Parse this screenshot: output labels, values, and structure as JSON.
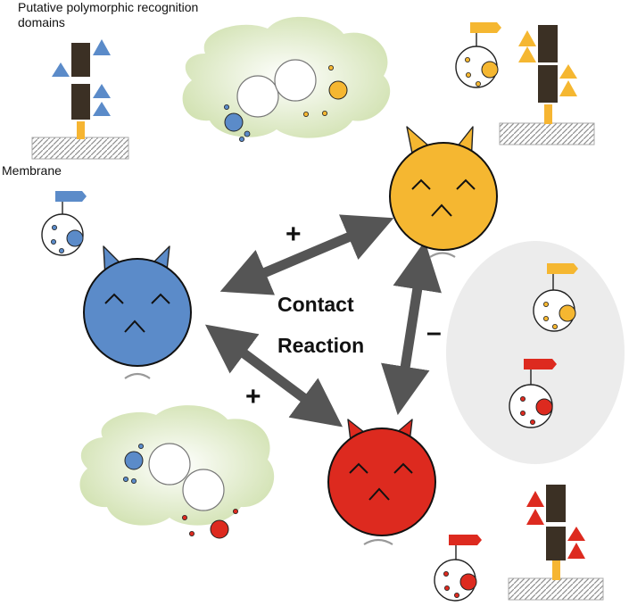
{
  "labels": {
    "domains": "Putative polymorphic recognition domains",
    "membrane": "Membrane",
    "contact": "Contact",
    "reaction": "Reaction"
  },
  "signs": {
    "top_left": "+",
    "bottom_left": "+",
    "right": "–"
  },
  "colors": {
    "blue": "#5b8bc9",
    "yellow": "#f5b731",
    "red": "#dd2a1f",
    "arrow": "#555555",
    "cloud": "#d8e6b8",
    "membrane": "#b9b9b9",
    "receptor_body": "#3b3024",
    "stem": "#f6b532",
    "ellipse": "#ececec"
  }
}
